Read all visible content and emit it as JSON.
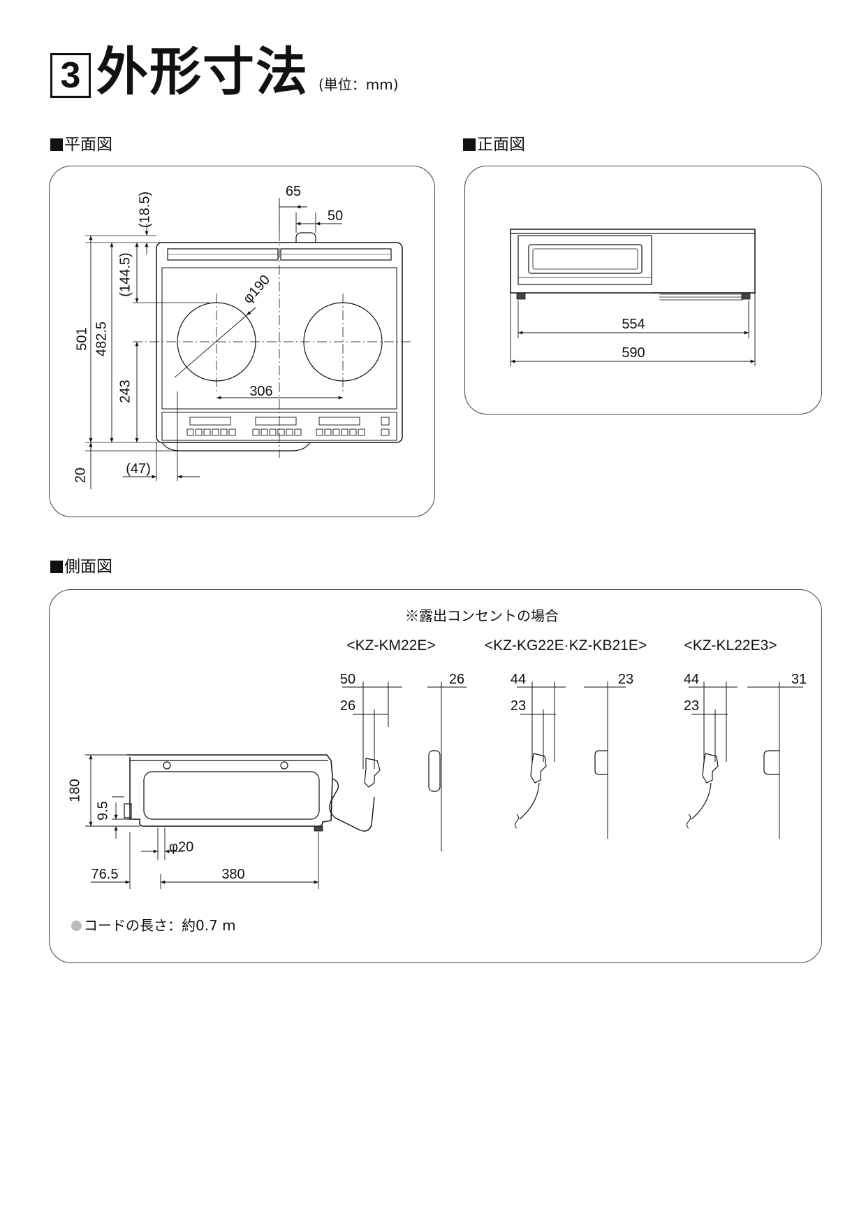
{
  "header": {
    "section_number": "3",
    "title": "外形寸法",
    "unit": "(単位：mm)"
  },
  "sections": {
    "plan": "平面図",
    "front": "正面図",
    "side": "側面図"
  },
  "plan_dims": {
    "d_18_5": "(18.5)",
    "d_65": "65",
    "d_50": "50",
    "d_144_5": "(144.5)",
    "d_phi190": "φ190",
    "d_501": "501",
    "d_482_5": "482.5",
    "d_243": "243",
    "d_306": "306",
    "d_47": "(47)",
    "d_20": "20"
  },
  "front_dims": {
    "d_554": "554",
    "d_590": "590"
  },
  "side_dims": {
    "d_180": "180",
    "d_9_5": "9.5",
    "d_phi20": "φ20",
    "d_76_5": "76.5",
    "d_380": "380"
  },
  "outlet": {
    "note": "※露出コンセントの場合",
    "models": [
      {
        "name": "<KZ-KM22E>",
        "top_left": "50",
        "inner": "26",
        "right": "26"
      },
      {
        "name": "<KZ-KG22E·KZ-KB21E>",
        "top_left": "44",
        "inner": "23",
        "right": "23"
      },
      {
        "name": "<KZ-KL22E3>",
        "top_left": "44",
        "inner": "23",
        "right": "31"
      }
    ]
  },
  "cord_note": "コードの長さ：約0.7 m"
}
